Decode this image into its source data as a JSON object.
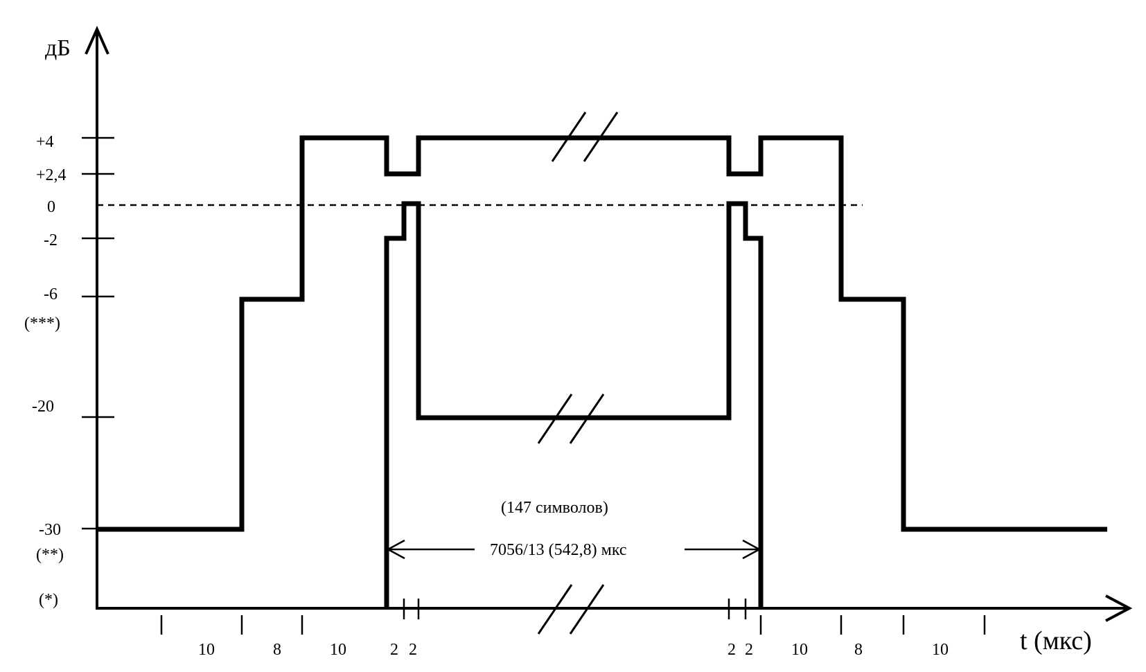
{
  "y_axis": {
    "unit_label": "дБ",
    "levels": [
      {
        "label": "+4",
        "note": ""
      },
      {
        "label": "+2,4",
        "note": ""
      },
      {
        "label": "0",
        "note": ""
      },
      {
        "label": "-2",
        "note": ""
      },
      {
        "label": "-6",
        "note": "(***)"
      },
      {
        "label": "-20",
        "note": ""
      },
      {
        "label": "-30",
        "note": "(**)"
      }
    ],
    "floor_note": "(*)"
  },
  "x_axis": {
    "unit_label": "t (мкс)",
    "segment_labels": [
      "10",
      "8",
      "10",
      "2",
      "2",
      "2",
      "2",
      "10",
      "8",
      "10"
    ]
  },
  "annotation": {
    "symbols": "(147 символов)",
    "duration": "7056/13  (542,8) мкс"
  }
}
